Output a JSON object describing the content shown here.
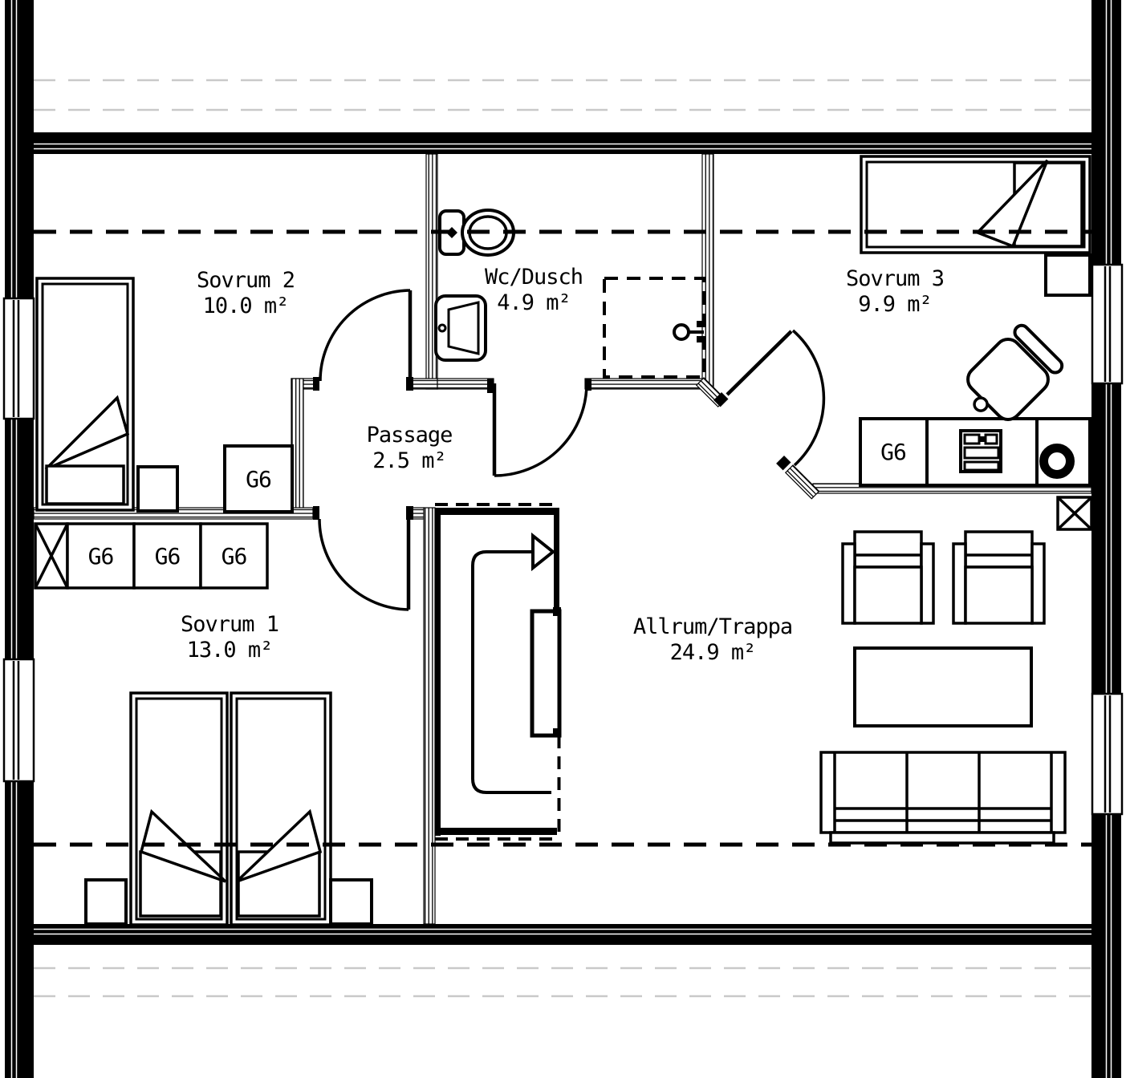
{
  "plan": {
    "type": "floor-plan",
    "rooms": [
      {
        "id": "sovrum2",
        "name": "Sovrum 2",
        "area": "10.0 m²"
      },
      {
        "id": "wc-dusch",
        "name": "Wc/Dusch",
        "area": "4.9 m²"
      },
      {
        "id": "sovrum3",
        "name": "Sovrum 3",
        "area": "9.9 m²"
      },
      {
        "id": "passage",
        "name": "Passage",
        "area": "2.5 m²"
      },
      {
        "id": "sovrum1",
        "name": "Sovrum 1",
        "area": "13.0 m²"
      },
      {
        "id": "allrum",
        "name": "Allrum/Trappa",
        "area": "24.9 m²"
      }
    ],
    "cabinets": [
      "G6",
      "G6",
      "G6",
      "G6",
      "G6"
    ],
    "colors": {
      "line": "#000000",
      "roof_dash": "#c9c9c9",
      "background": "#ffffff"
    }
  }
}
